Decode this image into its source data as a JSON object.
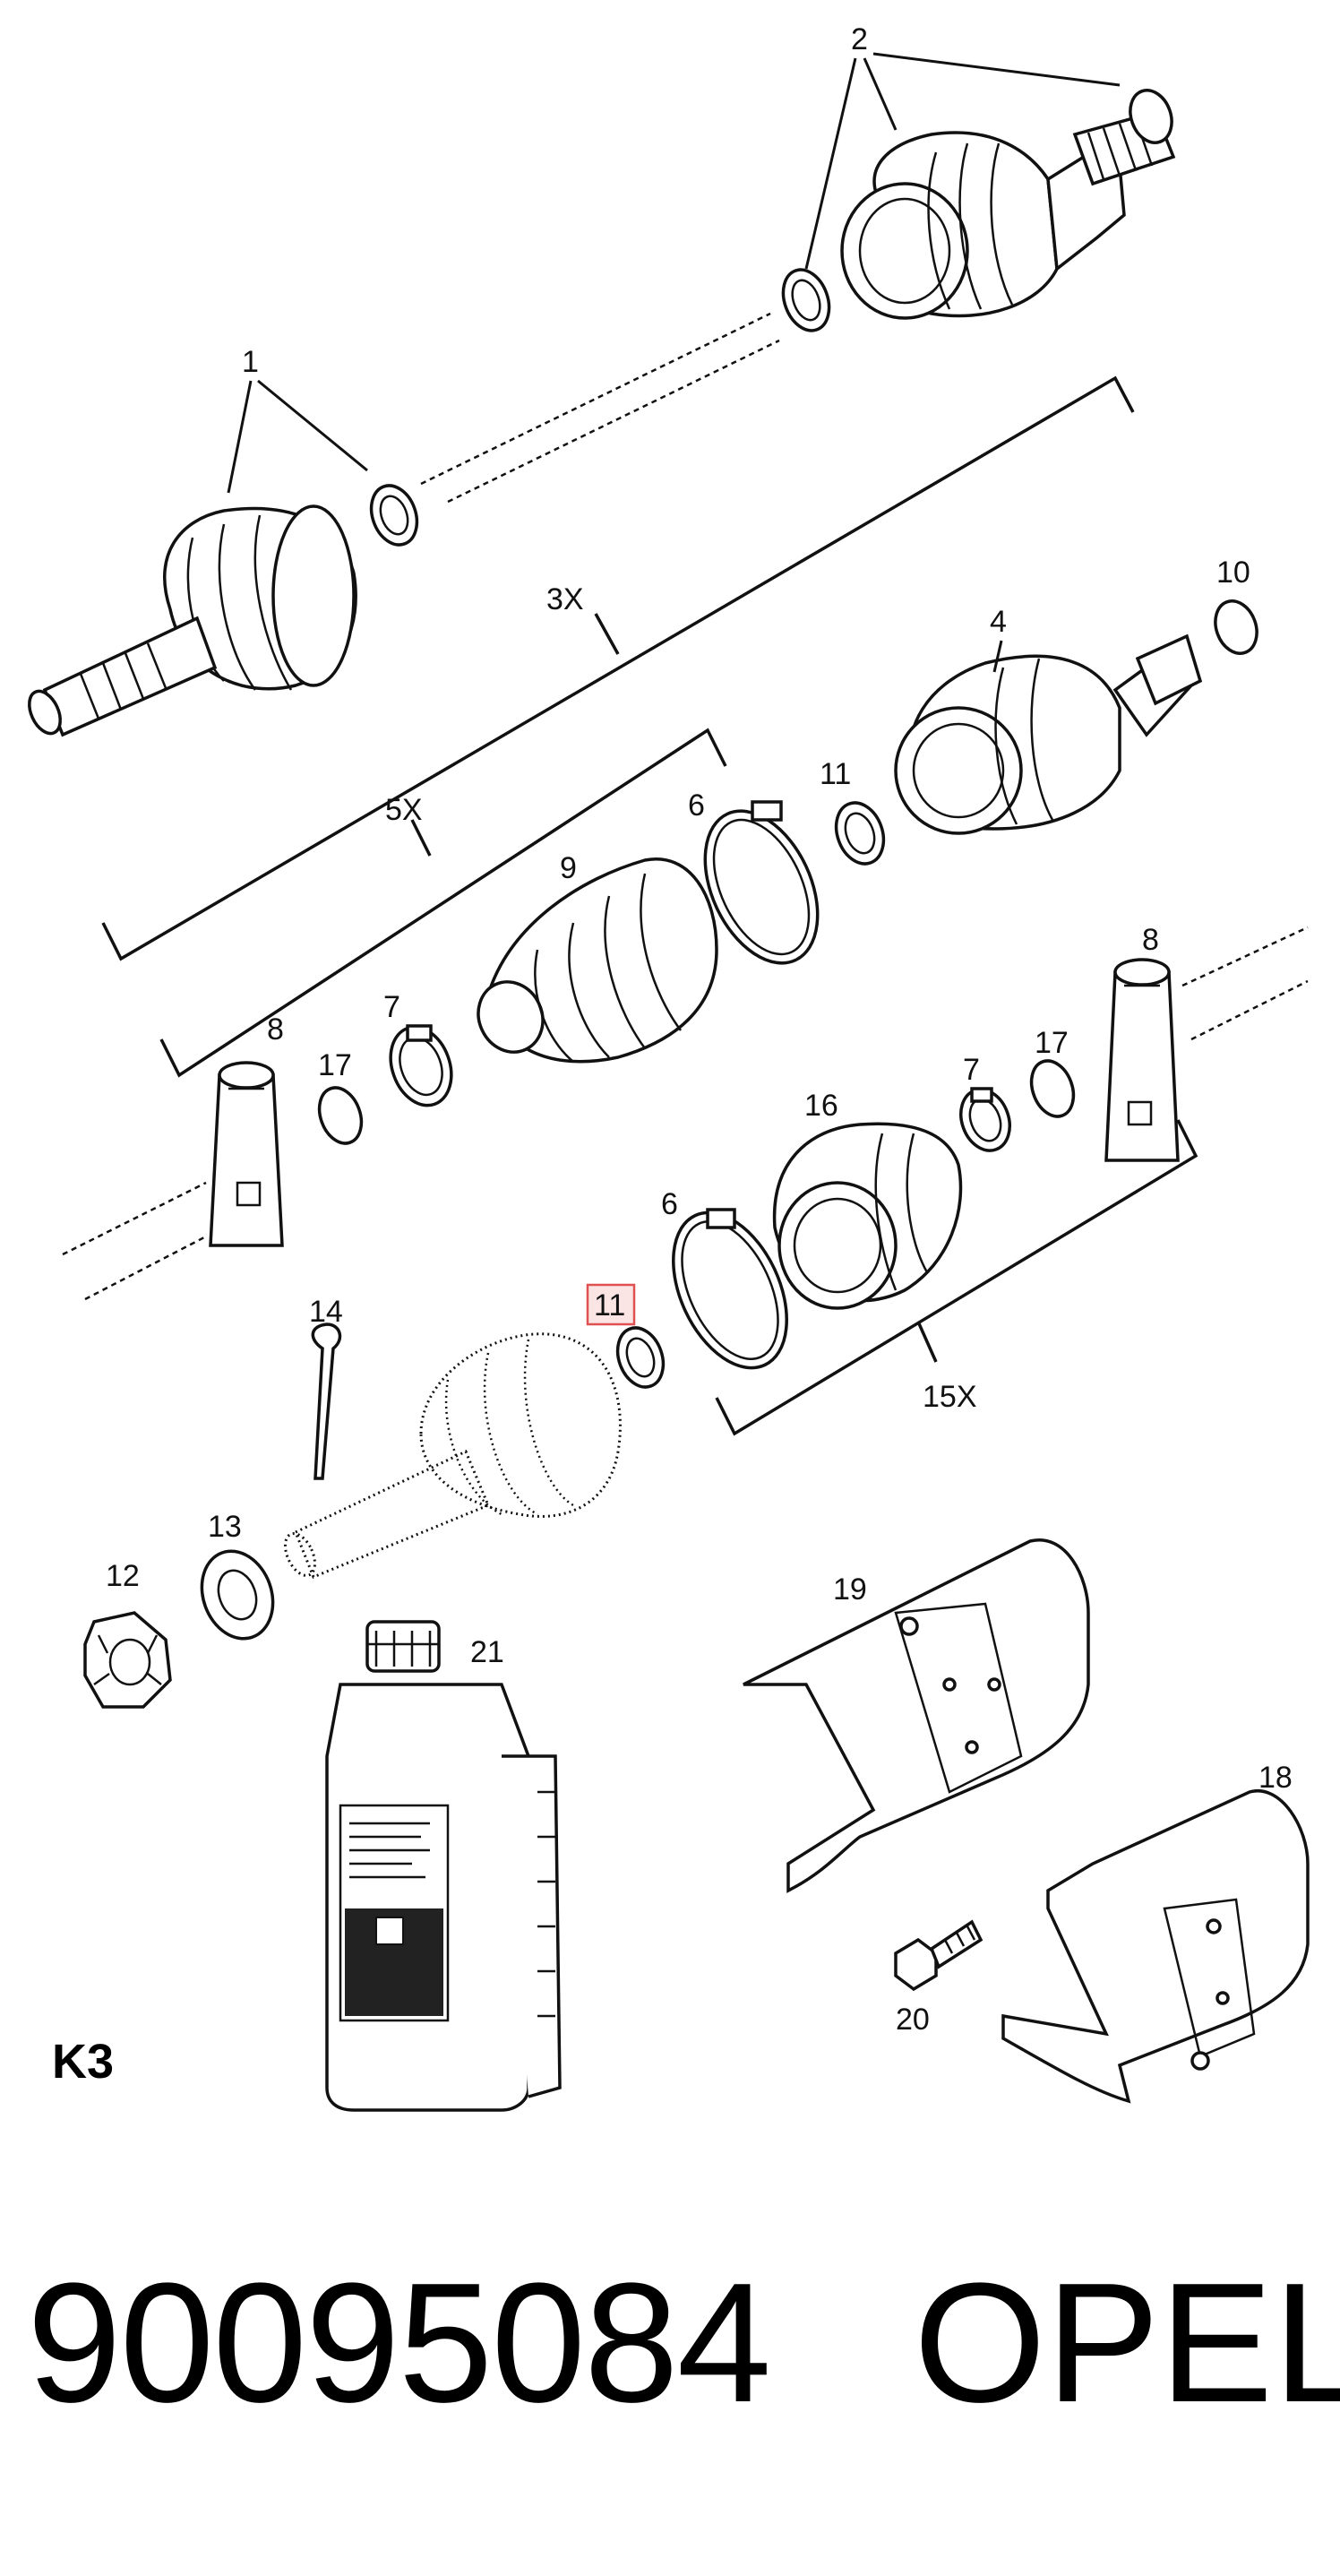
{
  "labels": {
    "n1": "1",
    "n2": "2",
    "n3x": "3X",
    "n4": "4",
    "n5x": "5X",
    "n6a": "6",
    "n6b": "6",
    "n7a": "7",
    "n7b": "7",
    "n8a": "8",
    "n8b": "8",
    "n9": "9",
    "n10": "10",
    "n11a": "11",
    "n11b": "11",
    "n12": "12",
    "n13": "13",
    "n14": "14",
    "n15x": "15X",
    "n16": "16",
    "n17a": "17",
    "n17b": "17",
    "n18": "18",
    "n19": "19",
    "n20": "20",
    "n21": "21"
  },
  "section_code": "K3",
  "part_number": "90095084",
  "brand": "OPEL",
  "highlight_color": "#e05050"
}
